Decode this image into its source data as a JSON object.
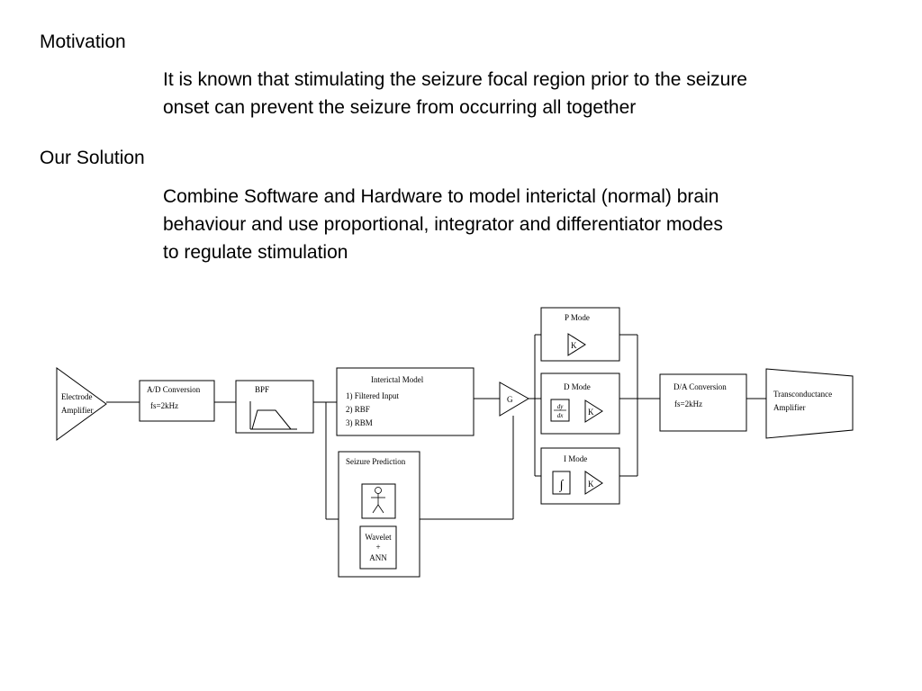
{
  "slide": {
    "motivation": {
      "heading": "Motivation",
      "lines": [
        "It is known that stimulating the seizure focal region prior to the seizure",
        "onset can prevent the seizure from occurring all together"
      ]
    },
    "solution": {
      "heading": "Our Solution",
      "lines": [
        "Combine Software and Hardware to model interictal (normal) brain",
        "behaviour and use proportional, integrator and differentiator modes",
        "to regulate stimulation"
      ]
    }
  },
  "diagram": {
    "electrode": [
      "Electrode",
      "Amplifier"
    ],
    "ad": {
      "title": "A/D Conversion",
      "rate": "fs=2kHz"
    },
    "bpf": {
      "title": "BPF"
    },
    "interictal": {
      "title": "Interictal Model",
      "items": [
        "1) Filtered Input",
        "2) RBF",
        "3) RBM"
      ]
    },
    "seizure": {
      "title": "Seizure Prediction",
      "method": [
        "Wavelet",
        "+",
        "ANN"
      ]
    },
    "gain": {
      "label": "G"
    },
    "p_mode": {
      "title": "P Mode",
      "gain": "K"
    },
    "d_mode": {
      "title": "D Mode",
      "deriv_num": "dy",
      "deriv_den": "dx",
      "gain": "K"
    },
    "i_mode": {
      "title": "I Mode",
      "integral": "∫",
      "gain": "K"
    },
    "da": {
      "title": "D/A Conversion",
      "rate": "fs=2kHz"
    },
    "transconductance": [
      "Transconductance",
      "Amplifier"
    ]
  }
}
